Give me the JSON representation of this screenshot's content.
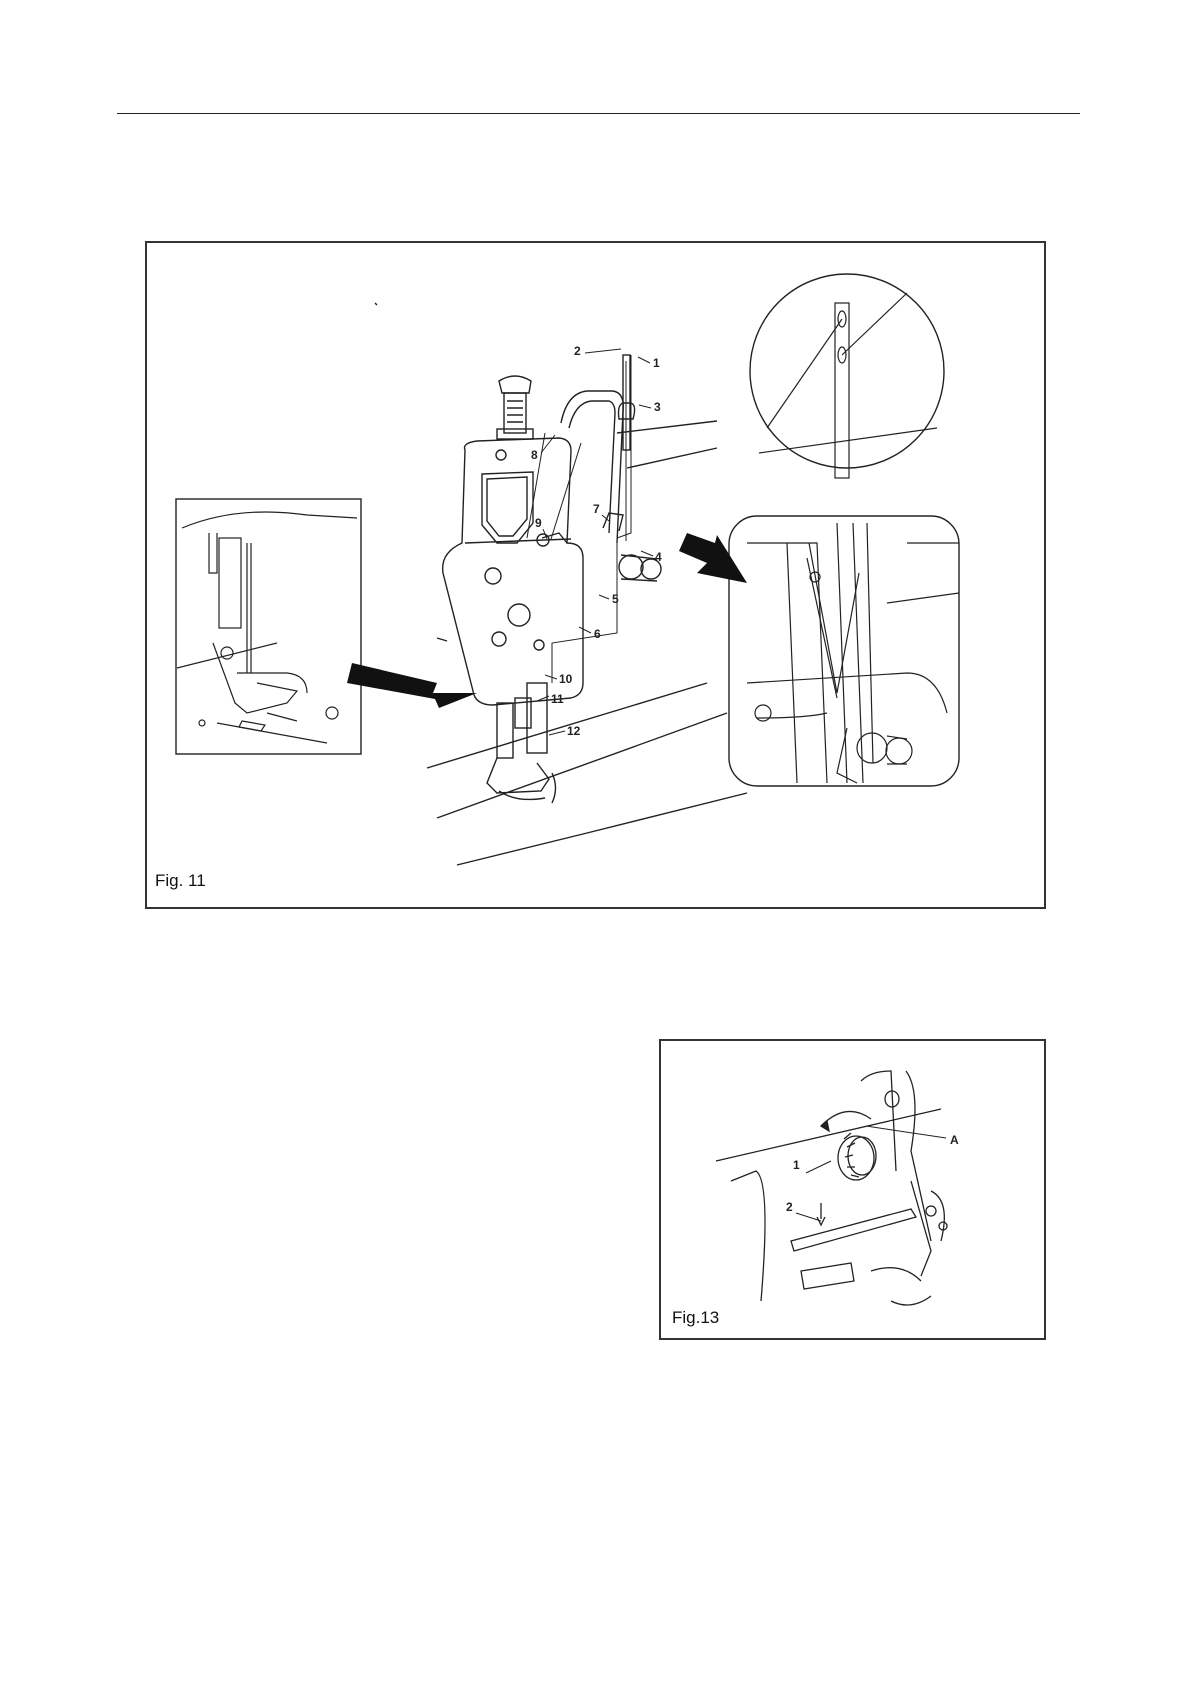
{
  "figures": [
    {
      "caption": "Fig. 11",
      "callouts": [
        "1",
        "2",
        "3",
        "4",
        "5",
        "6",
        "7",
        "8",
        "9",
        "10",
        "11",
        "12"
      ]
    },
    {
      "caption": "Fig.13",
      "callouts": [
        "1",
        "2",
        "A"
      ]
    }
  ]
}
